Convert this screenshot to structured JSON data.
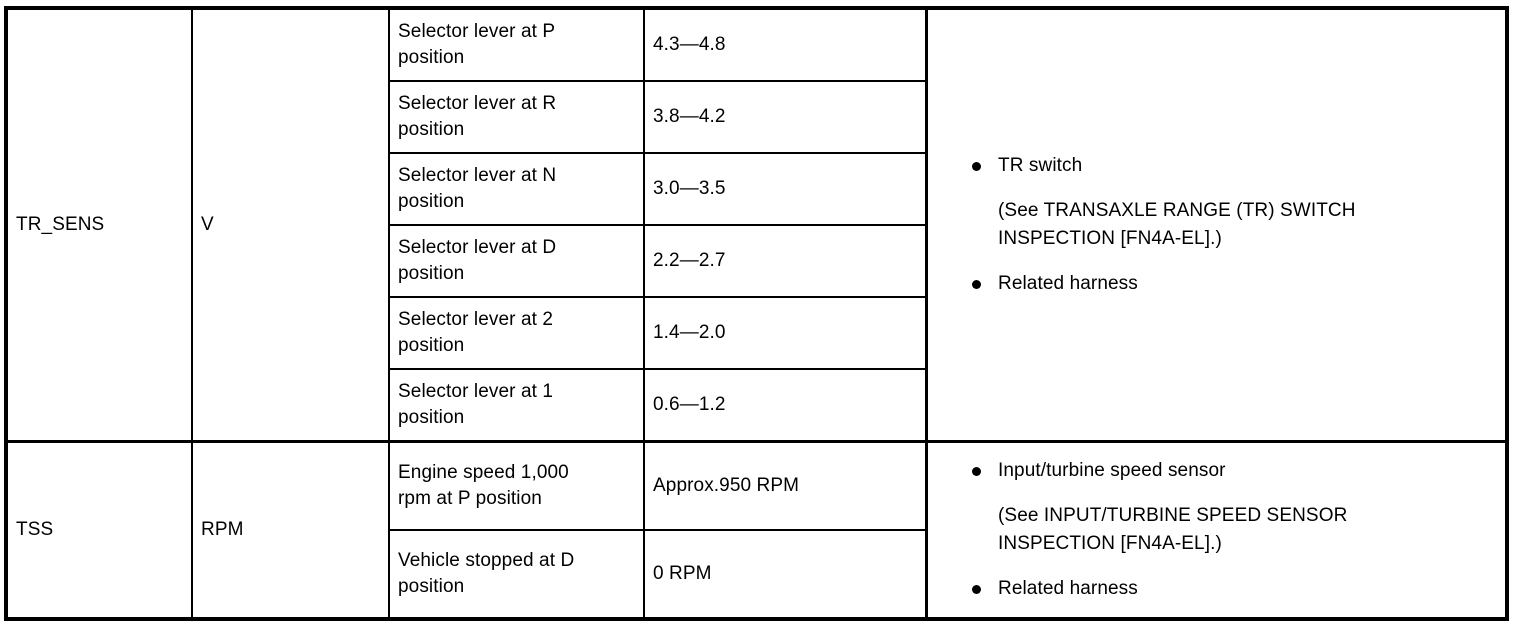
{
  "table": {
    "sections": [
      {
        "name": "TR_SENS",
        "unit": "V",
        "rows": [
          {
            "condition": "Selector lever at P\nposition",
            "value": "4.3—4.8"
          },
          {
            "condition": "Selector lever at R\nposition",
            "value": "3.8—4.2"
          },
          {
            "condition": "Selector lever at N\nposition",
            "value": "3.0—3.5"
          },
          {
            "condition": "Selector lever at D\nposition",
            "value": "2.2—2.7"
          },
          {
            "condition": "Selector lever at 2\nposition",
            "value": "1.4—2.0"
          },
          {
            "condition": "Selector lever at 1\nposition",
            "value": "0.6—1.2"
          }
        ],
        "notes": {
          "first_bullet": "TR switch",
          "reference_line1": "(See TRANSAXLE RANGE (TR) SWITCH",
          "reference_line2": "INSPECTION [FN4A-EL].)",
          "second_bullet": "Related harness"
        }
      },
      {
        "name": "TSS",
        "unit": "RPM",
        "rows": [
          {
            "condition": "Engine speed 1,000\nrpm at P position",
            "value": "Approx.950 RPM"
          },
          {
            "condition": "Vehicle stopped at D\nposition",
            "value": "0 RPM"
          }
        ],
        "notes": {
          "first_bullet": "Input/turbine speed sensor",
          "reference_line1": "(See INPUT/TURBINE SPEED SENSOR",
          "reference_line2": "INSPECTION [FN4A-EL].)",
          "second_bullet": "Related harness"
        }
      }
    ]
  },
  "colors": {
    "border": "#000000",
    "text": "#000000",
    "background": "#ffffff"
  }
}
